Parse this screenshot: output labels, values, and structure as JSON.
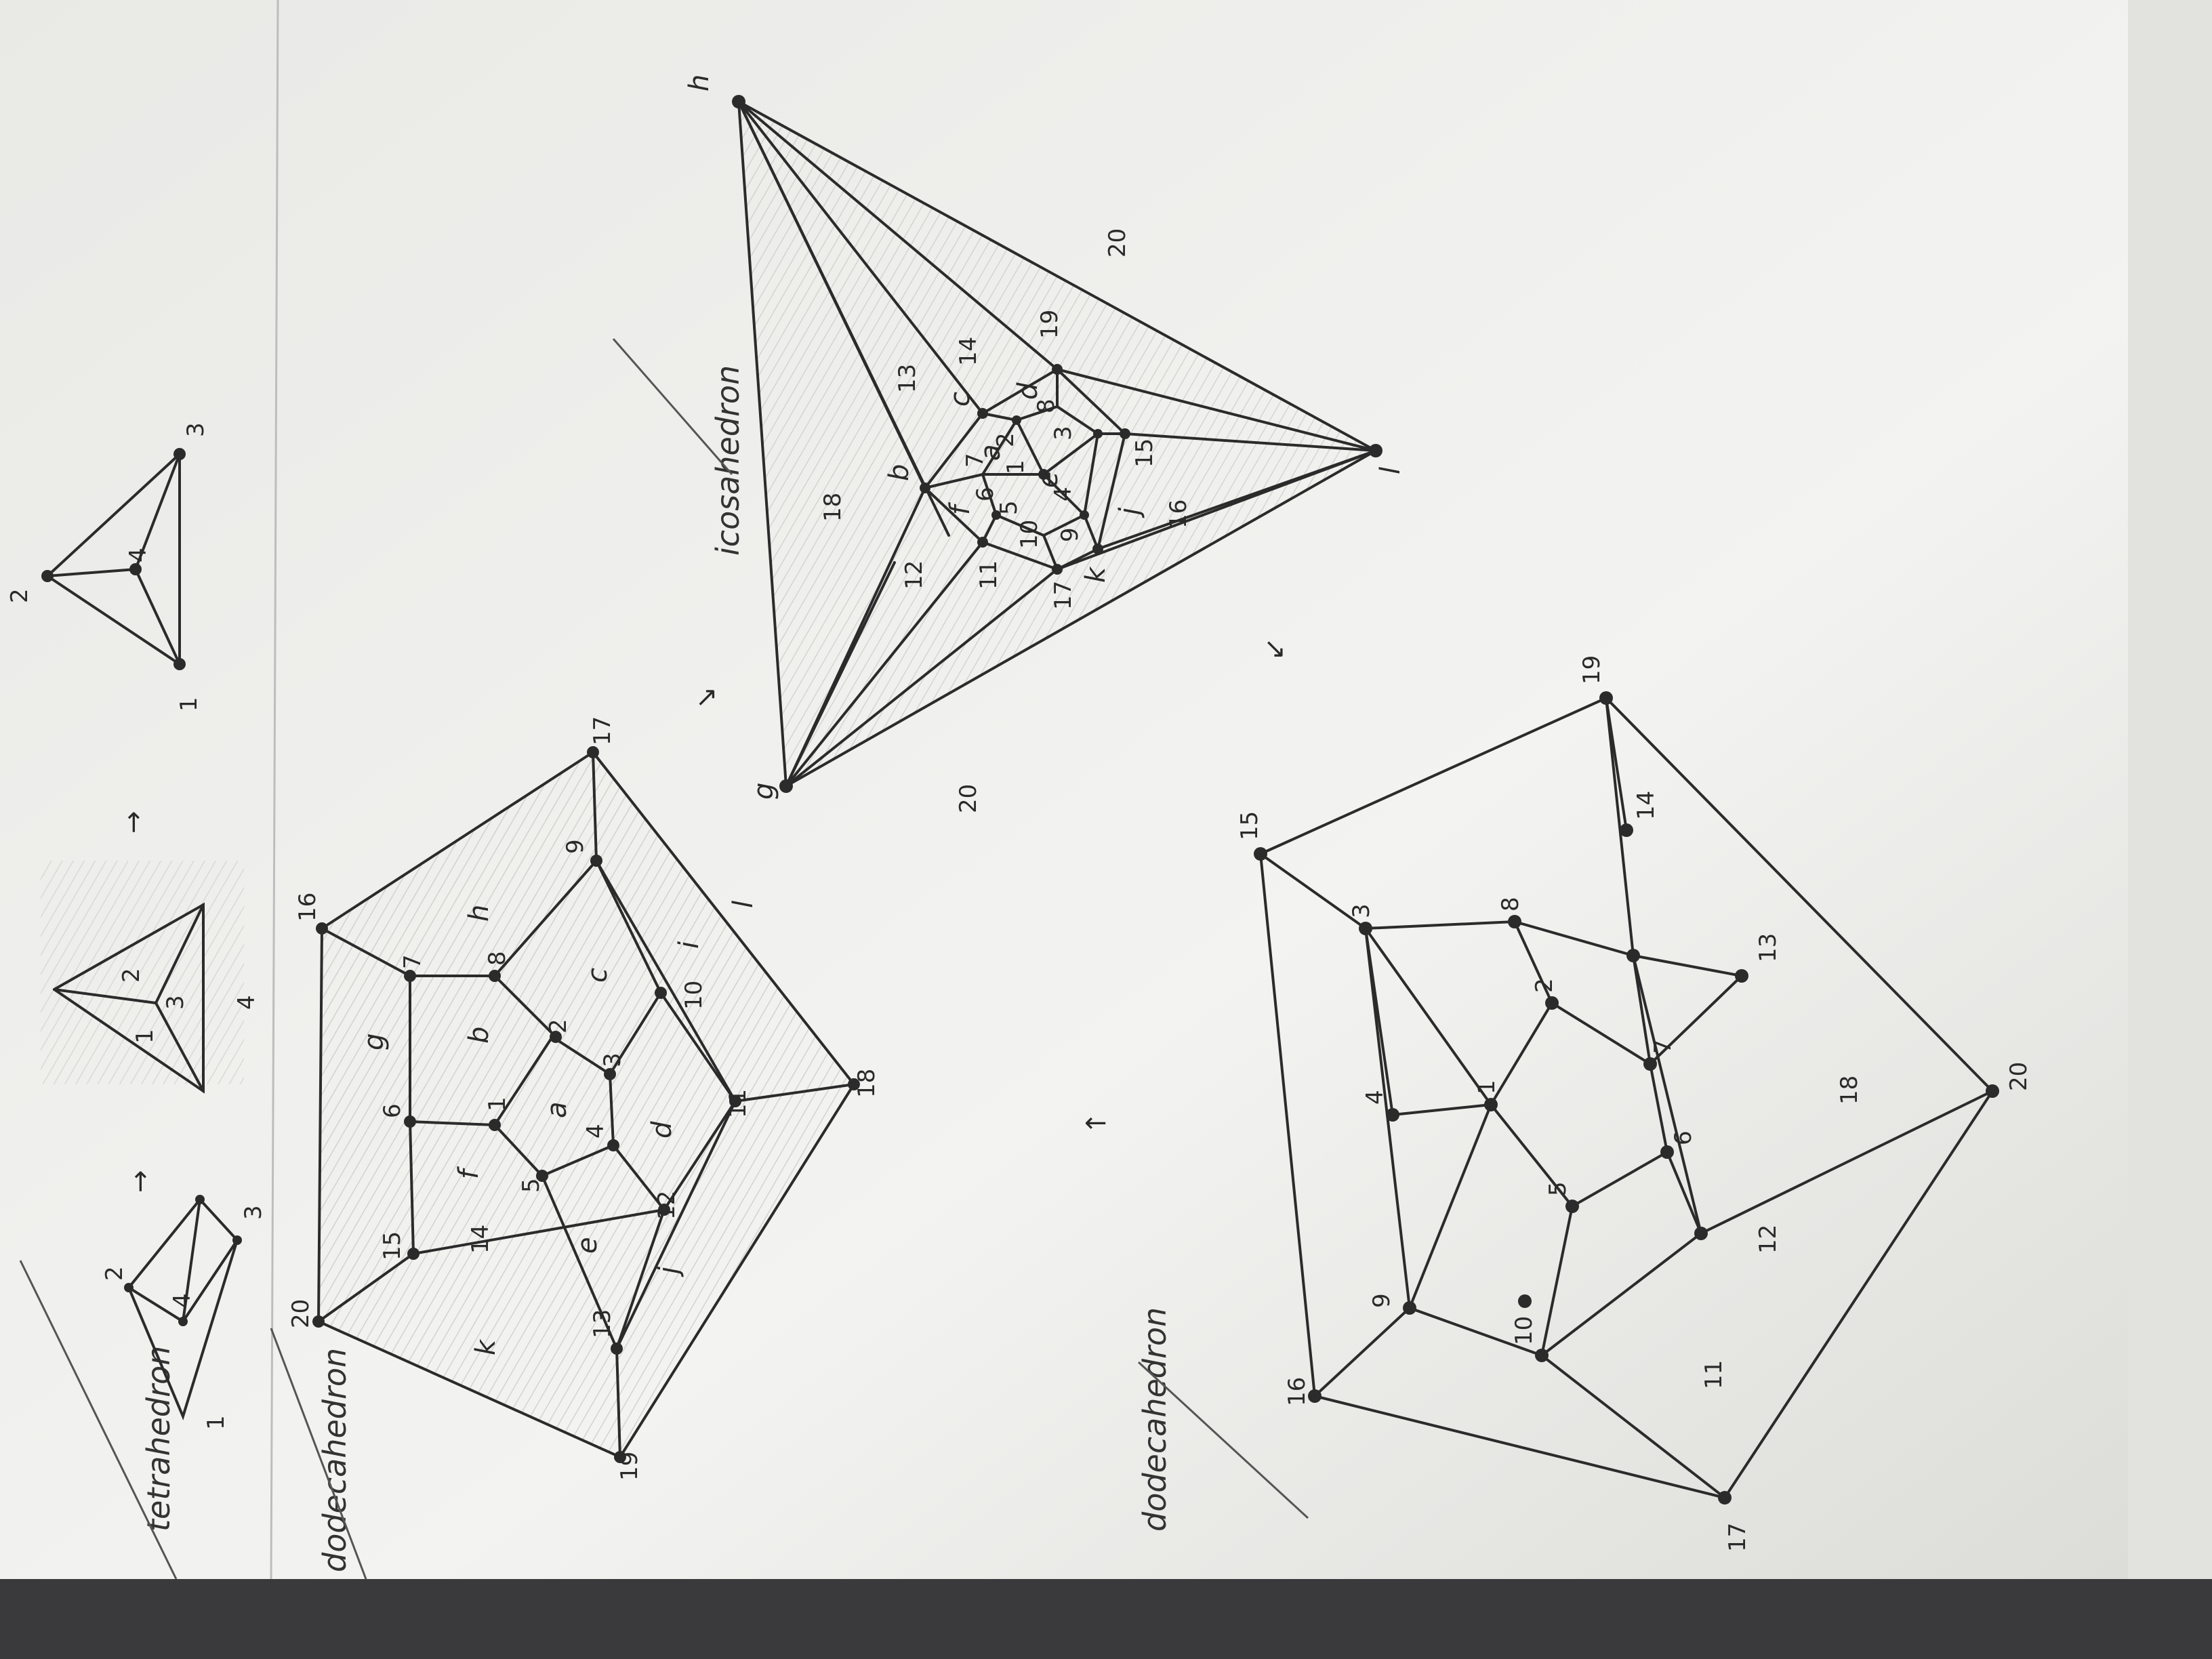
{
  "tetrahedron": {
    "title": "tetrahedron",
    "step1_vertices": [
      "1",
      "2",
      "3",
      "4"
    ],
    "faces": [
      "1",
      "2",
      "3",
      "4"
    ],
    "step3_vertices": [
      "1",
      "2",
      "3",
      "4"
    ]
  },
  "dodecahedron_faces": {
    "title": "dodecahedron",
    "vertices": [
      "1",
      "2",
      "3",
      "4",
      "5",
      "6",
      "7",
      "8",
      "9",
      "10",
      "11",
      "12",
      "13",
      "14",
      "15",
      "16",
      "17",
      "18",
      "19",
      "20"
    ],
    "faces": [
      "a",
      "b",
      "c",
      "d",
      "e",
      "f",
      "g",
      "h",
      "i",
      "j",
      "k",
      "l"
    ]
  },
  "icosahedron": {
    "title": "icosahedron",
    "outer_vertices": [
      "g",
      "h",
      "l"
    ],
    "inner_vertices": [
      "a",
      "b",
      "c",
      "d",
      "e",
      "f",
      "j",
      "k"
    ],
    "face_numbers": [
      "1",
      "2",
      "3",
      "4",
      "5",
      "6",
      "7",
      "8",
      "9",
      "10",
      "11",
      "12",
      "13",
      "14",
      "15",
      "16",
      "17",
      "18",
      "19",
      "20"
    ]
  },
  "dodecahedron_graph": {
    "title": "dodecahedron",
    "vertices": [
      "1",
      "2",
      "3",
      "4",
      "5",
      "6",
      "7",
      "8",
      "9",
      "10",
      "11",
      "12",
      "13",
      "14",
      "15",
      "16",
      "17",
      "18",
      "19",
      "20"
    ]
  },
  "arrows": [
    "→",
    "→",
    "→",
    "↓",
    "←"
  ]
}
